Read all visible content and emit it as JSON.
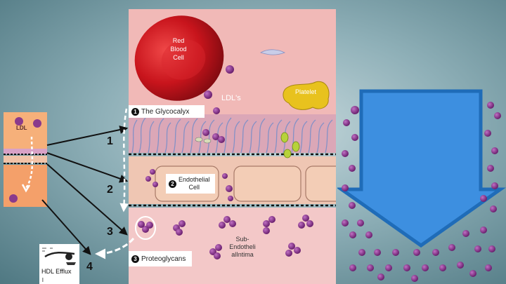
{
  "labels": {
    "rbc": [
      "Red",
      "Blood",
      "Cell"
    ],
    "platelet": "Platelet",
    "ldls": "LDL's",
    "glycocalyx": "The Glycocalyx",
    "endothelial": [
      "Endothelial",
      "Cell"
    ],
    "subendothelial": [
      "Sub-",
      "Endotheli",
      "alIntima"
    ],
    "proteoglycans": "Proteoglycans",
    "ldl_inset": "LDL",
    "hdl": "HDL Efflux",
    "hdl_mark": "l"
  },
  "markers": {
    "m1": "1",
    "m2": "2",
    "m3": "3",
    "m4": "4",
    "c1": "1",
    "c2": "2",
    "c3": "3"
  },
  "colors": {
    "lumen": "#f1b9b7",
    "glycocalyx_fibers": "#7b8fc8",
    "endothelium": "#f0c4ad",
    "intima": "#f3c8c8",
    "ldl_particle": "#7a2a7d",
    "arrow_fill": "#3d8fe0",
    "arrow_border": "#1f6cb8",
    "rbc": "#c8141c",
    "platelet": "#e8c21e"
  }
}
